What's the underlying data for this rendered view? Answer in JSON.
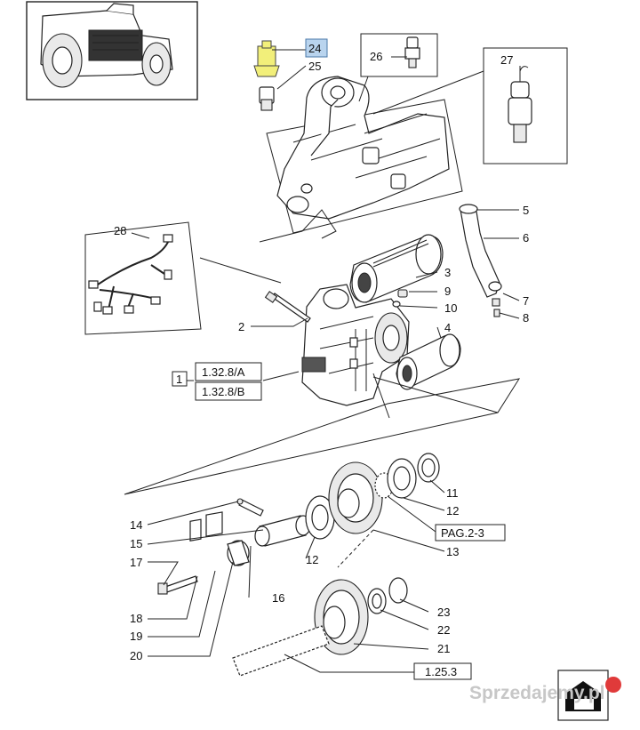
{
  "callouts": {
    "c1": "1",
    "c2": "2",
    "c3": "3",
    "c4": "4",
    "c5": "5",
    "c6": "6",
    "c7": "7",
    "c8": "8",
    "c9": "9",
    "c10": "10",
    "c11": "11",
    "c12a": "12",
    "c12b": "12",
    "c13": "13",
    "c14": "14",
    "c15": "15",
    "c16": "16",
    "c17": "17",
    "c18": "18",
    "c19": "19",
    "c20": "20",
    "c21": "21",
    "c22": "22",
    "c23": "23",
    "c24": "24",
    "c25": "25",
    "c26": "26",
    "c27": "27",
    "c28": "28"
  },
  "references": {
    "ref_a": "1.32.8/A",
    "ref_b": "1.32.8/B",
    "pag": "PAG.2-3",
    "ref_shaft": "1.25.3"
  },
  "watermark": "Sprzedajemy.pl",
  "colors": {
    "highlight_fill": "#b9d4ee",
    "highlight_stroke": "#4a78a8",
    "sensor_yellow": "#f2ef7a"
  }
}
